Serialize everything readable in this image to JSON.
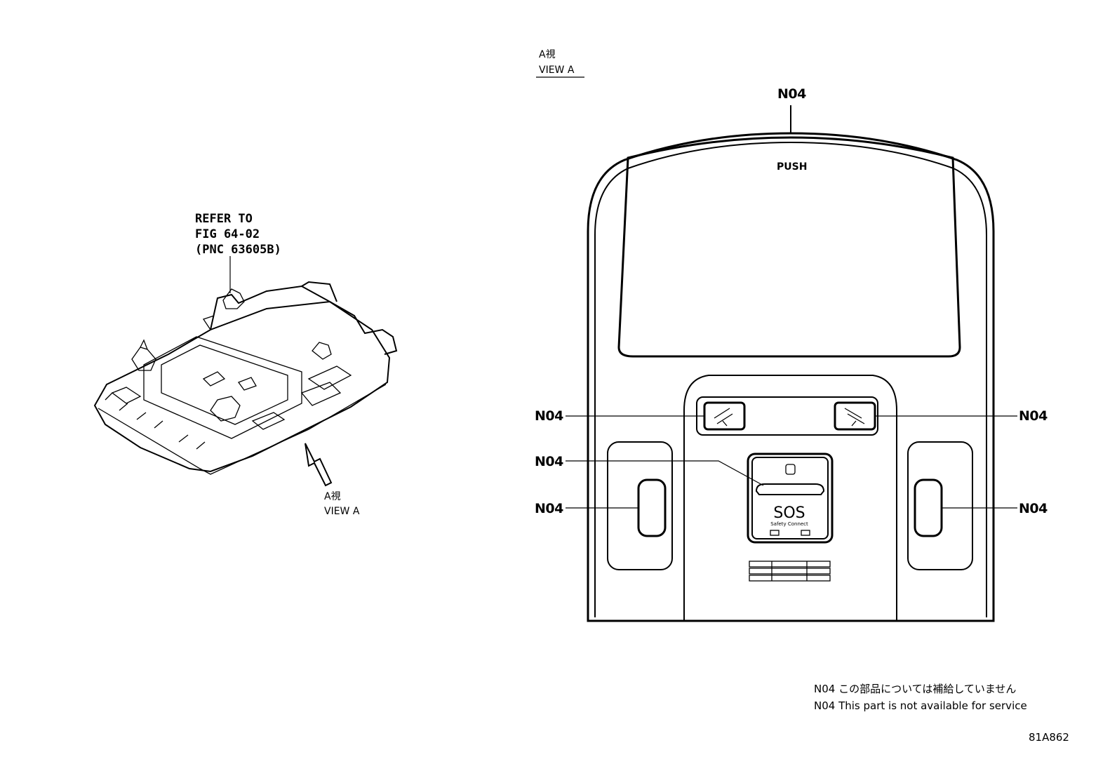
{
  "left_view": {
    "refer_line1": "REFER TO",
    "refer_line2": "FIG 64-02",
    "refer_line3": "(PNC 63605B)",
    "arrow_label_jp": "A視",
    "arrow_label_en": "VIEW A"
  },
  "right_view": {
    "title_jp": "A視",
    "title_en": "VIEW A",
    "push_label": "PUSH",
    "sos_label": "SOS",
    "sos_sub_label": "Safety Connect",
    "callouts": {
      "top": "N04",
      "left_button": "N04",
      "right_button": "N04",
      "sos_button": "N04",
      "left_lamp": "N04",
      "right_lamp": "N04"
    }
  },
  "footnote": {
    "line_jp": "N04 この部品については補給していません",
    "line_en": "N04 This part is not available for service"
  },
  "figure_code": "81A862"
}
